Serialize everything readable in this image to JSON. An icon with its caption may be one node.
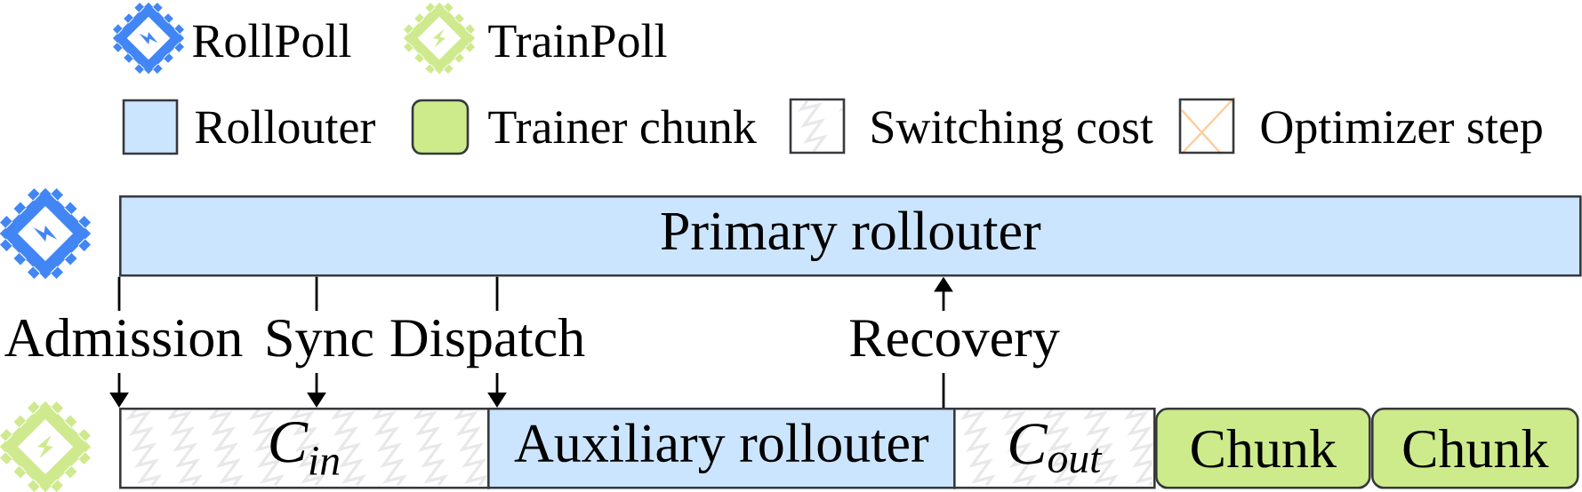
{
  "diagram": {
    "nodes": [
      {
        "text": [
          "Primary rollouter"
        ]
      },
      {
        "text": [
          "C$_{in}$"
        ]
      },
      {
        "text": [
          "Auxiliary rollouter"
        ]
      },
      {
        "text": [
          "C$_{out}$"
        ]
      },
      {
        "text": [
          "Chunk"
        ]
      },
      {
        "text": [
          "Chunk"
        ]
      }
    ],
    "edges": [
      {
        "from": 0,
        "to": 1,
        "arrow": "to",
        "label": "Admission"
      },
      {
        "from": 0,
        "to": 1,
        "arrow": "to",
        "label": "Sync"
      },
      {
        "from": 0,
        "to": 2,
        "arrow": "to",
        "label": "Dispatch"
      },
      {
        "from": 2,
        "to": 0,
        "arrow": "to",
        "label": "Recovery"
      }
    ],
    "legend": [
      {
        "text": "RollPoll"
      },
      {
        "text": "TrainPoll"
      },
      {
        "text": "Rollouter",
        "color": "#cce5ff"
      },
      {
        "text": "Trainer chunk",
        "color": "#cdeb8b"
      },
      {
        "text": "Switching cost"
      },
      {
        "text": "Optimizer step"
      }
    ]
  }
}
